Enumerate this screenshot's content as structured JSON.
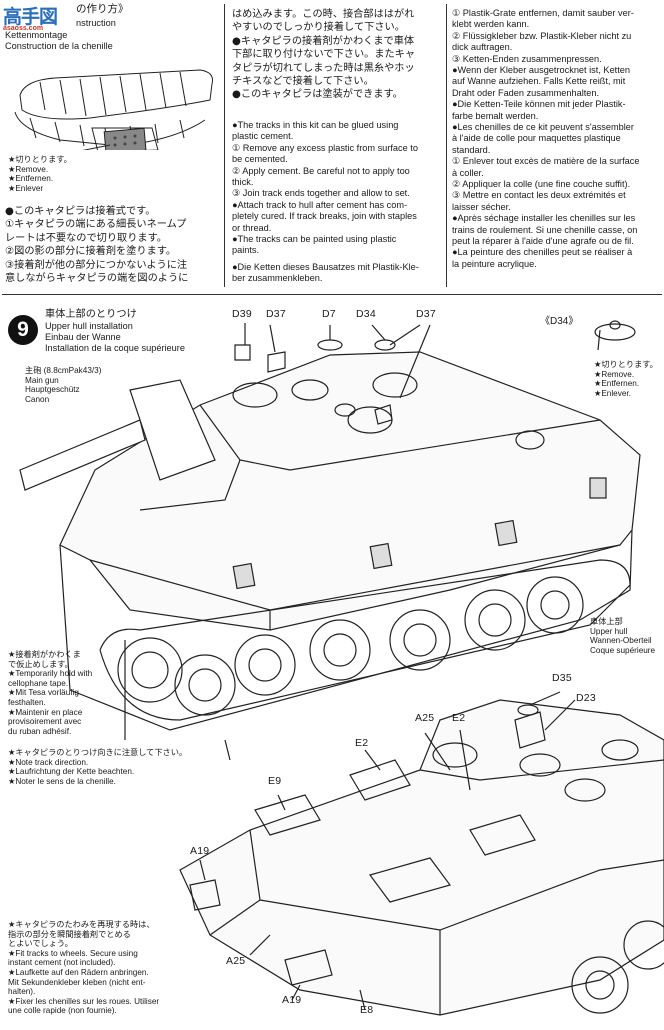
{
  "watermark": {
    "main": "高手図",
    "sub": "asaoss.com"
  },
  "track_section": {
    "title_jp": "の作り方》",
    "title_en": "nstruction",
    "title_de": "Kettenmontage",
    "title_fr": "Construction de la chenille",
    "cut_note": "★切りとります。\n★Remove.\n★Entfernen.\n★Enlever",
    "col1_jp": "●このキャタピラは接着式です。\n①キャタピラの端にある細長いネームプ\nレートは不要なので切り取ります。\n②図の影の部分に接着剤を塗ります。\n③接着剤が他の部分につかないように注\n意しながらキャタピラの端を図のように",
    "col2_jp": "はめ込みます。この時、接合部ははがれ\nやすいのでしっかり接着して下さい。\n●キャタピラの接着剤がかわくまで車体\n下部に取り付けないで下さい。またキャ\nタピラが切れてしまった時は黒糸やホッ\nチキスなどで接着して下さい。\n●このキャタピラは塗装ができます。",
    "col2_en": "●The tracks in this kit can be glued using\nplastic cement.\n① Remove any excess plastic from surface to\nbe cemented.\n② Apply cement. Be careful not to apply too\nthick.\n③ Join track ends together and allow to set.\n●Attach track to hull after cement has com-\npletely cured. If track breaks, join with staples\nor thread.\n●The tracks can be painted using plastic\npaints.",
    "col2_de": "●Die Ketten dieses Bausatzes mit Plastik-Kle-\nber zusammenkleben.",
    "col3_de": "① Plastik-Grate entfernen, damit sauber ver-\nklebt werden kann.\n② Flüssigkleber bzw. Plastik-Kleber nicht zu\ndick auftragen.\n③ Ketten-Enden zusammenpressen.\n●Wenn der Kleber ausgetrocknet ist, Ketten\nauf Wanne aufziehen. Falls Kette reißt, mit\nDraht oder Faden zusammenhalten.\n●Die Ketten-Teile können mit jeder Plastik-\nfarbe bemalt werden.",
    "col3_fr": "●Les chenilles de ce kit peuvent s'assembler\nà l'aide de colle pour maquettes plastique\nstandard.\n① Enlever tout excès de matière de la surface\nà coller.\n② Appliquer la colle (une fine couche suffit).\n③ Mettre en contact les deux extrémités et\nlaisser sécher.\n●Après séchage installer les chenilles sur les\ntrains de roulement. Si une chenille casse, on\npeut la réparer à l'aide d'une agrafe ou de fil.\n●La peinture des chenilles peut se réaliser à\nla peinture acrylique."
  },
  "step9": {
    "number": "9",
    "title_jp": "車体上部のとりつけ",
    "title_en": "Upper hull installation",
    "title_de": "Einbau der Wanne",
    "title_fr": "Installation de la coque supérieure",
    "gun_label": "主砲 (8.8cmPak43/3)\nMain gun\nHauptgeschütz\nCanon",
    "d34_callout": "《D34》",
    "d34_cut_note": "★切りとります。\n★Remove.\n★Entfernen.\n★Enlever.",
    "upper_hull_label": "車体上部\nUpper hull\nWannen-Oberteil\nCoque supérieure",
    "tape_note": "★接着剤がかわくま\nで仮止めします。\n★Temporarily hold with\ncellophane tape.\n★Mit Tesa vorläufig\nfesthalten.\n★Maintenir en place\nprovisoirement avec\ndu ruban adhésif.",
    "direction_note": "★キャタピラのとりつけ向きに注意して下さい。\n★Note track direction.\n★Laufrichtung der Kette beachten.\n★Noter le sens de la chenille.",
    "sag_note": "★キャタピラのたわみを再現する時は、\n指示の部分を瞬間接着剤でとめる\nとよいでしょう。\n★Fit tracks to wheels. Secure using\ninstant cement (not included).\n★Laufkette auf den Rädern anbringen.\nMit Sekundenkleber kleben (nicht ent-\nhalten).\n★Fixer les chenilles sur les roues. Utiliser\nune colle rapide (non fournie).",
    "parts": {
      "d39": "D39",
      "d37a": "D37",
      "d7": "D7",
      "d34": "D34",
      "d37b": "D37",
      "d35": "D35",
      "d23": "D23",
      "a25a": "A25",
      "e2a": "E2",
      "e2b": "E2",
      "e9": "E9",
      "a19a": "A19",
      "a25b": "A25",
      "a19b": "A19",
      "e8": "E8"
    }
  }
}
